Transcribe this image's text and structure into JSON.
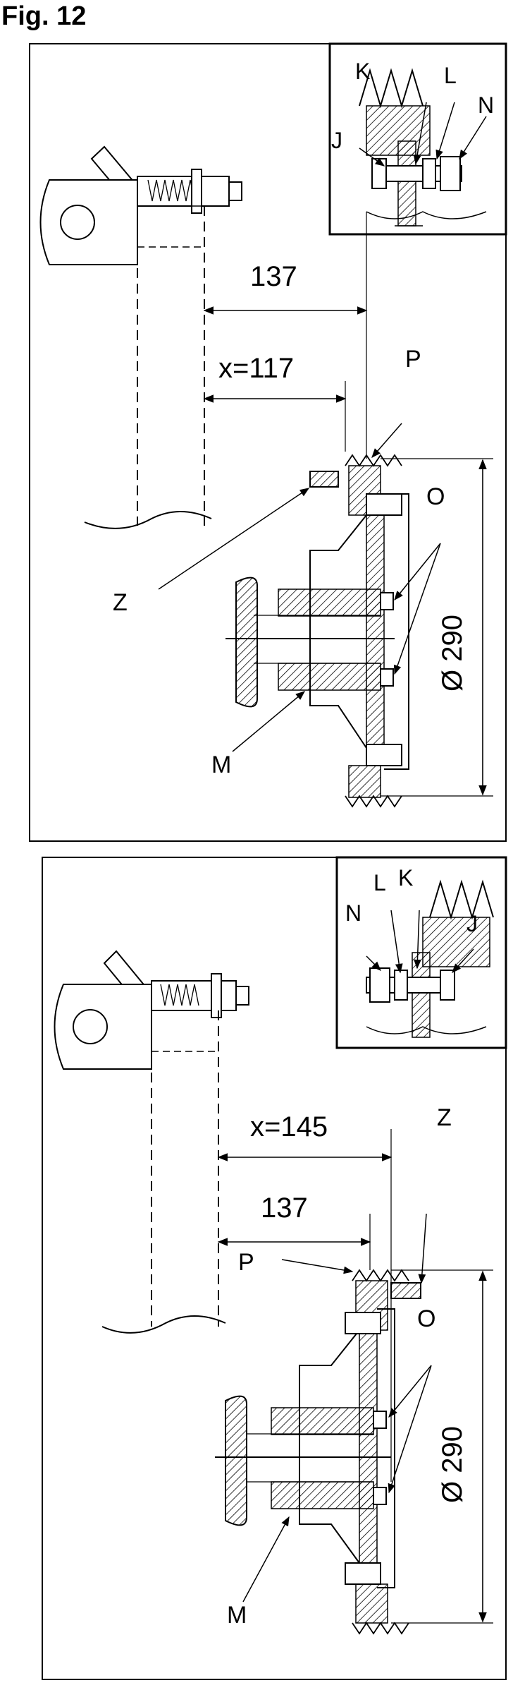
{
  "figure": {
    "title": "Fig. 12",
    "panel_top": {
      "inset_labels": {
        "J": "J",
        "K": "K",
        "L": "L",
        "N": "N"
      },
      "dim_137": "137",
      "dim_x": "x=117",
      "label_P": "P",
      "label_Z": "Z",
      "label_O": "O",
      "label_M": "M",
      "diameter": "Ø 290"
    },
    "panel_bottom": {
      "inset_labels": {
        "J": "J",
        "K": "K",
        "L": "L",
        "N": "N"
      },
      "dim_137": "137",
      "dim_x": "x=145",
      "label_P": "P",
      "label_Z": "Z",
      "label_O": "O",
      "label_M": "M",
      "diameter": "Ø 290"
    }
  }
}
